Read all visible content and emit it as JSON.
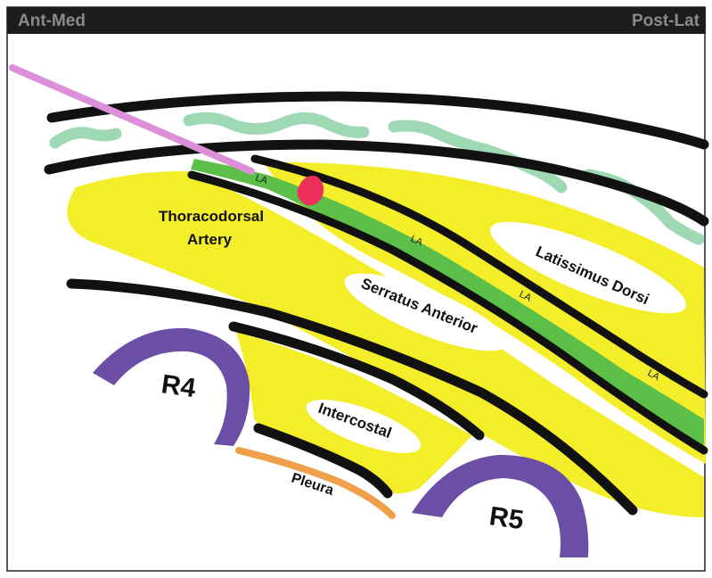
{
  "header": {
    "left_label": "Ant-Med",
    "right_label": "Post-Lat"
  },
  "labels": {
    "thoracodorsal_line1": "Thoracodorsal",
    "thoracodorsal_line2": "Artery",
    "latissimus": "Latissimus Dorsi",
    "serratus": "Serratus Anterior",
    "intercostal": "Intercostal",
    "pleura": "Pleura",
    "r4": "R4",
    "r5": "R5",
    "la": "LA"
  },
  "colors": {
    "muscle_yellow": "#f4ee2a",
    "anesthetic_green": "#5cbf48",
    "subcutaneous_green": "#9fd9b4",
    "rib_purple": "#6b4fa6",
    "pleura_orange": "#f0a04a",
    "needle_pink": "#dd8fd9",
    "artery_red": "#ec2f5b",
    "fascia_black": "#111111"
  }
}
